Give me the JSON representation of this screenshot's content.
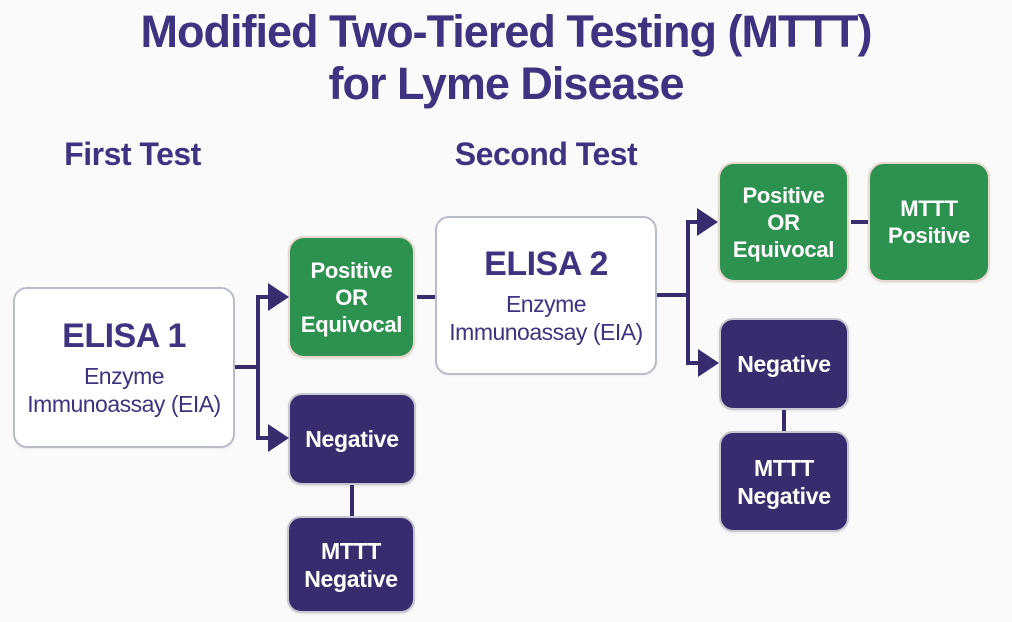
{
  "title": {
    "line1": "Modified Two-Tiered Testing (MTTT)",
    "line2": "for Lyme Disease"
  },
  "column_headers": {
    "first": "First Test",
    "second": "Second Test"
  },
  "nodes": {
    "elisa1": {
      "title": "ELISA 1",
      "subtitle_line1": "Enzyme",
      "subtitle_line2": "Immunoassay (EIA)"
    },
    "elisa2": {
      "title": "ELISA 2",
      "subtitle_line1": "Enzyme",
      "subtitle_line2": "Immunoassay (EIA)"
    },
    "tier1_positive": {
      "line1": "Positive",
      "line2": "OR",
      "line3": "Equivocal"
    },
    "tier1_negative": {
      "label": "Negative"
    },
    "tier1_mttt_negative": {
      "line1": "MTTT",
      "line2": "Negative"
    },
    "tier2_positive": {
      "line1": "Positive",
      "line2": "OR",
      "line3": "Equivocal"
    },
    "tier2_negative": {
      "label": "Negative"
    },
    "mttt_positive": {
      "line1": "MTTT",
      "line2": "Positive"
    },
    "tier2_mttt_negative": {
      "line1": "MTTT",
      "line2": "Negative"
    }
  },
  "colors": {
    "background": "#fbfafa",
    "heading_text": "#3d3380",
    "green_fill": "#2d9150",
    "green_border": "#e9d8cf",
    "purple_fill": "#382c6f",
    "purple_border": "#c6c6d0",
    "white_box_border": "#b9bdc9",
    "connector": "#382c6f",
    "box_text_light": "#ffffff"
  }
}
